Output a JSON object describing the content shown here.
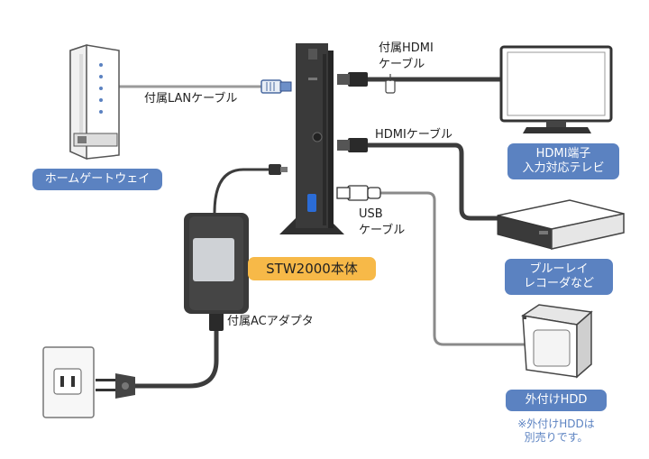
{
  "labels": {
    "lan_cable": "付属LANケーブル",
    "hdmi_cable_included_1": "付属HDMI",
    "hdmi_cable_included_2": "ケーブル",
    "hdmi_cable": "HDMIケーブル",
    "usb_cable_1": "USB",
    "usb_cable_2": "ケーブル",
    "ac_adapter": "付属ACアダプタ"
  },
  "badges": {
    "home_gateway": "ホームゲートウェイ",
    "tv_1": "HDMI端子",
    "tv_2": "入力対応テレビ",
    "recorder_1": "ブルーレイ",
    "recorder_2": "レコーダなど",
    "stw_body": "STW2000本体",
    "ext_hdd": "外付けHDD"
  },
  "note": {
    "line1": "※外付けHDDは",
    "line2": "別売りです。"
  },
  "colors": {
    "badge_blue": "#5b82c1",
    "badge_orange": "#f7b948",
    "device_dark": "#3a3a3a",
    "cable_gray": "#3c3c3c"
  }
}
